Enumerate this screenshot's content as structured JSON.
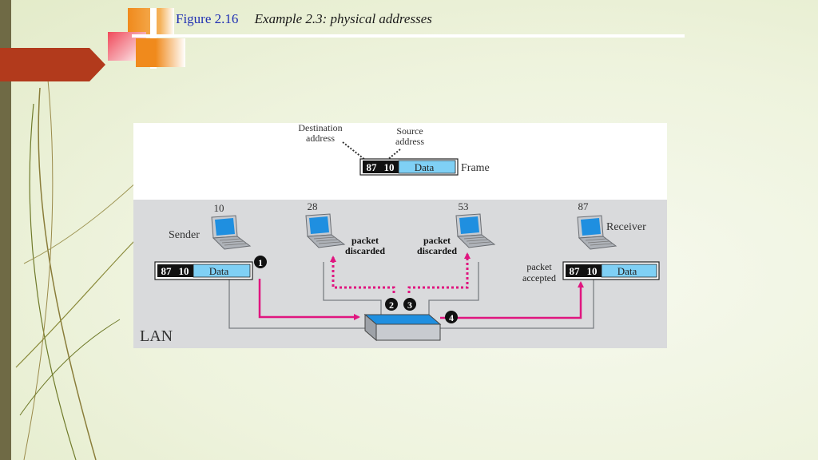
{
  "slide": {
    "figure_number": "Figure 2.16",
    "caption": "Example 2.3: physical addresses"
  },
  "colors": {
    "accent_magenta": "#e0157f",
    "screen_blue": "#1f8fe0",
    "data_field": "#7fd0f5",
    "lan_panel": "#d9dadc",
    "left_bar": "#6f6a45",
    "tab_red": "#b23a1c",
    "square_orange": "#f08a1c"
  },
  "diagram": {
    "frame": {
      "destination_label_line1": "Destination",
      "destination_label_line2": "address",
      "source_label_line1": "Source",
      "source_label_line2": "address",
      "dest": "87",
      "src": "10",
      "data": "Data",
      "label": "Frame"
    },
    "stations": {
      "sender": {
        "address": "10",
        "label": "Sender"
      },
      "station_28": {
        "address": "28",
        "status_line1": "packet",
        "status_line2": "discarded"
      },
      "station_53": {
        "address": "53",
        "status_line1": "packet",
        "status_line2": "discarded"
      },
      "receiver": {
        "address": "87",
        "label": "Receiver",
        "status_line1": "packet",
        "status_line2": "accepted"
      }
    },
    "sender_frame": {
      "dest": "87",
      "src": "10",
      "data": "Data"
    },
    "receiver_frame": {
      "dest": "87",
      "src": "10",
      "data": "Data"
    },
    "steps": [
      "1",
      "2",
      "3",
      "4"
    ],
    "lan_label": "LAN"
  }
}
